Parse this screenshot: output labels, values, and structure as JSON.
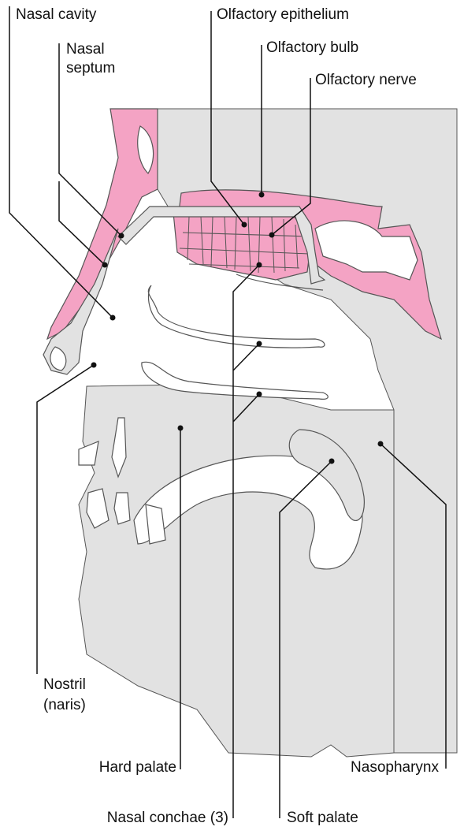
{
  "labels": {
    "nasal_cavity": "Nasal cavity",
    "nasal_septum_l1": "Nasal",
    "nasal_septum_l2": "septum",
    "olfactory_epithelium": "Olfactory epithelium",
    "olfactory_bulb": "Olfactory bulb",
    "olfactory_nerve": "Olfactory nerve",
    "nostril_l1": "Nostril",
    "nostril_l2": "(naris)",
    "hard_palate": "Hard palate",
    "nasopharynx": "Nasopharynx",
    "nasal_conchae": "Nasal conchae (3)",
    "soft_palate": "Soft palate"
  },
  "colors": {
    "tissue_gray": "#e2e2e2",
    "bone_pink": "#f4a3c4",
    "outline": "#555555",
    "leader": "#111111"
  }
}
